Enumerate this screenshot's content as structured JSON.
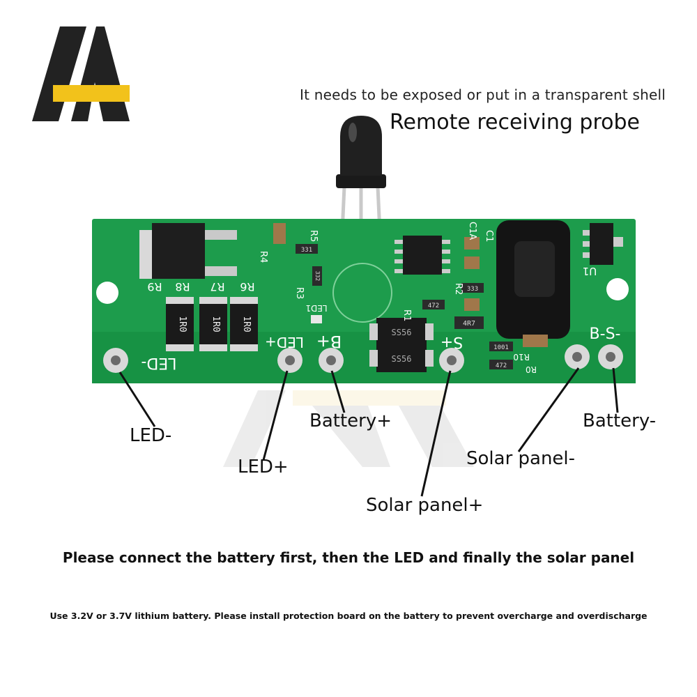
{
  "logo": {
    "name": "brand-logo",
    "colors": {
      "dark": "#222222",
      "accent": "#f2c21b"
    }
  },
  "annotation": {
    "note": "It needs to be exposed or put in a transparent shell",
    "probe_title": "Remote receiving probe"
  },
  "labels": {
    "led_minus": "LED-",
    "led_plus": "LED+",
    "battery_plus": "Battery+",
    "solar_plus": "Solar panel+",
    "solar_minus": "Solar panel-",
    "battery_minus": "Battery-"
  },
  "silkscreen": {
    "r9": "R9",
    "r8": "R8",
    "r7": "R7",
    "r6": "R6",
    "resistor_value": "1R0",
    "led_minus": "LED-",
    "led_plus": "LED+",
    "b_plus": "B+",
    "s_plus": "S+",
    "b_minus_s_minus": "B-S-",
    "u1": "U1",
    "c1": "C1",
    "c1a": "C1A",
    "r1": "R1",
    "r2": "R2",
    "r3": "R3",
    "r4": "R4",
    "r5": "R5",
    "r0": "R0",
    "r10": "R10",
    "led1": "LED1",
    "diode_label": "SS56",
    "smd_331": "331",
    "smd_332": "332",
    "smd_333": "333",
    "smd_472": "472",
    "smd_1001": "1001",
    "smd_4r7": "4R7"
  },
  "instructions": {
    "main": "Please connect the battery first, then the LED and finally the solar panel",
    "warning": "Use 3.2V or 3.7V lithium battery. Please install protection board on the battery to prevent overcharge and overdischarge"
  },
  "colors": {
    "pcb": "#1d9c4c",
    "pcb_dark": "#137a37",
    "pad": "#d9d9d9"
  }
}
